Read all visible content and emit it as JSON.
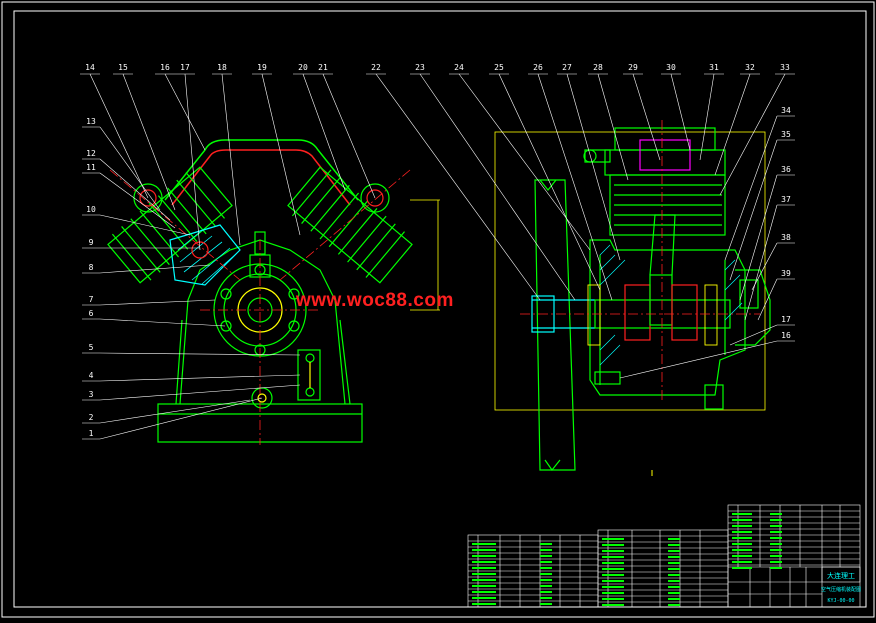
{
  "drawing": {
    "watermark": "www.woc88.com",
    "colors": {
      "background": "#000000",
      "outline": "#00ff00",
      "hatch": "#00ffff",
      "leader": "#ffffff",
      "center": "#ff2020",
      "detail": "#ffff00",
      "accent": "#ff00ff"
    },
    "balloons_top": [
      "14",
      "15",
      "16",
      "17",
      "18",
      "19",
      "20",
      "21",
      "22",
      "23",
      "24",
      "25",
      "26",
      "27",
      "28",
      "29",
      "30",
      "31",
      "32",
      "33"
    ],
    "balloons_left": [
      "13",
      "12",
      "11",
      "10",
      "9",
      "8",
      "7",
      "6",
      "5",
      "4",
      "3",
      "2",
      "1"
    ],
    "balloons_right": [
      "34",
      "35",
      "36",
      "37",
      "38",
      "39",
      "17",
      "16"
    ],
    "title_block": {
      "company": "大连理工",
      "title": "空气压缩机装配图",
      "drawing_no": "KYJ-00-00"
    }
  }
}
